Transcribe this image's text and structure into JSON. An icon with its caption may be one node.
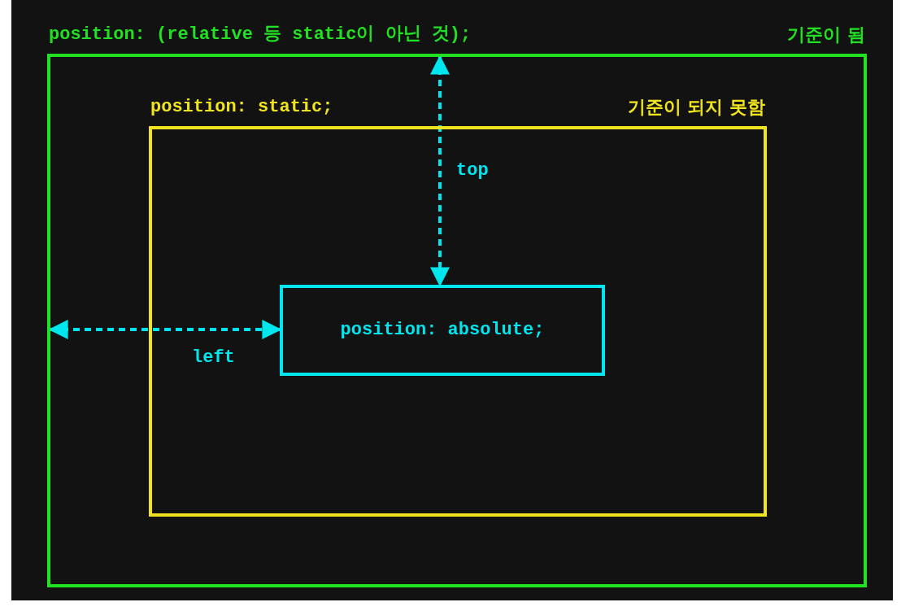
{
  "diagram": {
    "nodes": [
      {
        "text": [
          "position: (relative 등 static이 아닌 것);",
          "기준이 됨"
        ]
      },
      {
        "text": [
          "position: static;",
          "기준이 되지 못함"
        ],
        "in": 0
      },
      {
        "text": [
          "position: absolute;"
        ],
        "in": 1
      }
    ],
    "edges": [
      {
        "from": 0,
        "to": 2,
        "arrow": "both",
        "style": "dashed",
        "label": "top"
      },
      {
        "from": 0,
        "to": 2,
        "arrow": "both",
        "style": "dashed",
        "label": "left"
      }
    ]
  }
}
